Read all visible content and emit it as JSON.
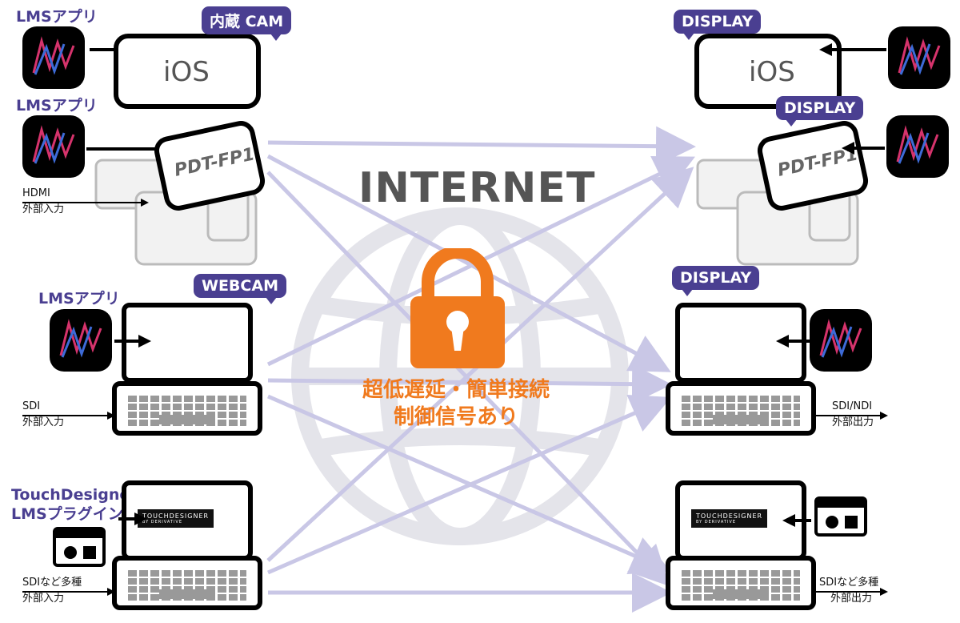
{
  "colors": {
    "brand": "#4a3f91",
    "lock": "#f07a1e",
    "arrow": "#c9c7e6",
    "globe": "#e4e4ea"
  },
  "title": "INTERNET",
  "lock_caption": {
    "line1": "超低遅延・簡単接続",
    "line2": "制御信号あり"
  },
  "left": {
    "ios": {
      "app_label": "LMSアプリ",
      "bubble": "内蔵 CAM",
      "device": "iOS"
    },
    "pdt": {
      "app_label": "LMSアプリ",
      "device": "PDT-FP1",
      "input_line1": "HDMI",
      "input_line2": "外部入力"
    },
    "laptop": {
      "app_label": "LMSアプリ",
      "bubble": "WEBCAM",
      "input_line1": "SDI",
      "input_line2": "外部入力"
    },
    "td": {
      "app_label_line1": "TouchDesigner",
      "app_label_line2": "LMSプラグイン",
      "logo": "TOUCHDESIGNER",
      "logo_sub": "BY DERIVATIVE",
      "input_line1": "SDIなど多種",
      "input_line2": "外部入力"
    }
  },
  "right": {
    "ios": {
      "bubble": "DISPLAY",
      "device": "iOS"
    },
    "pdt": {
      "bubble": "DISPLAY",
      "device": "PDT-FP1"
    },
    "laptop": {
      "bubble": "DISPLAY",
      "output_line1": "SDI/NDI",
      "output_line2": "外部出力"
    },
    "td": {
      "logo": "TOUCHDESIGNER",
      "logo_sub": "BY DERIVATIVE",
      "output_line1": "SDIなど多種",
      "output_line2": "外部出力"
    }
  }
}
